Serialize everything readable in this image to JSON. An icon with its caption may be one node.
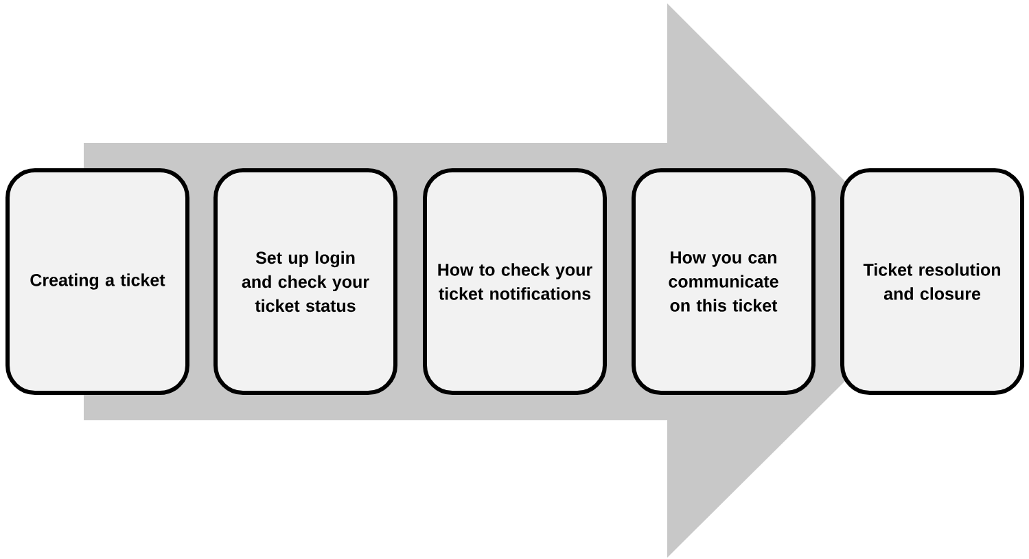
{
  "diagram": {
    "nodes": [
      {
        "text": [
          "Creating a ticket"
        ]
      },
      {
        "text": [
          "Set up login and check your ticket status"
        ]
      },
      {
        "text": [
          "How to check your ticket notifications"
        ]
      },
      {
        "text": [
          "How you can communicate on this ticket"
        ]
      },
      {
        "text": [
          "Ticket resolution and closure"
        ]
      }
    ],
    "edges": [
      {
        "from": 0,
        "to": 4,
        "arrow": "to"
      }
    ]
  }
}
